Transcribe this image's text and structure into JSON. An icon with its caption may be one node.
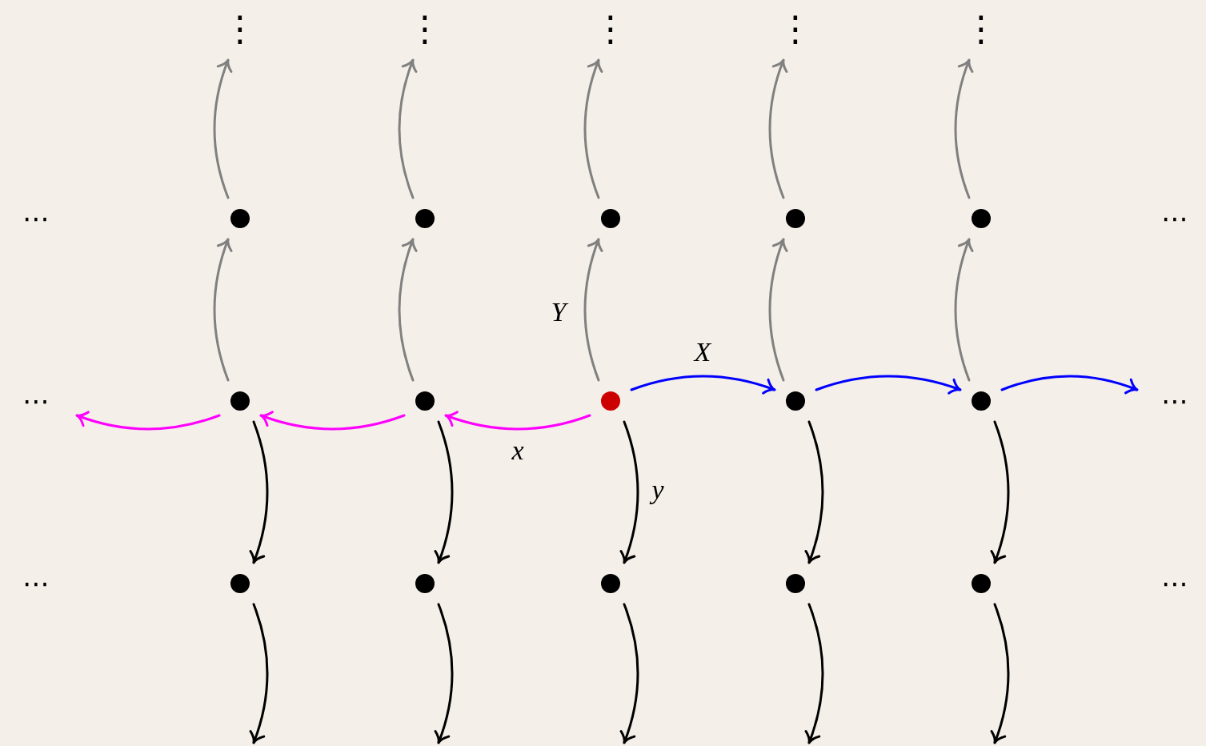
{
  "diagram": {
    "nodes": [
      {
        "text": [
          "⋮"
        ]
      },
      {
        "text": [
          "⋮"
        ]
      },
      {
        "text": [
          "⋮"
        ]
      },
      {
        "text": [
          "⋮"
        ]
      },
      {
        "text": [
          "⋮"
        ]
      },
      {
        "text": [
          "⋯"
        ]
      },
      {
        "text": [],
        "shape": "circle"
      },
      {
        "text": [],
        "shape": "circle"
      },
      {
        "text": [],
        "shape": "circle"
      },
      {
        "text": [],
        "shape": "circle"
      },
      {
        "text": [],
        "shape": "circle"
      },
      {
        "text": [
          "⋯"
        ]
      },
      {
        "text": [
          "⋯"
        ]
      },
      {
        "text": [],
        "shape": "circle"
      },
      {
        "text": [],
        "shape": "circle"
      },
      {
        "text": [],
        "shape": "circle"
      },
      {
        "text": [],
        "shape": "circle"
      },
      {
        "text": [],
        "shape": "circle"
      },
      {
        "text": [
          "⋯"
        ]
      },
      {
        "text": [
          "⋯"
        ]
      },
      {
        "text": [],
        "shape": "circle"
      },
      {
        "text": [],
        "shape": "circle"
      },
      {
        "text": [],
        "shape": "circle"
      },
      {
        "text": [],
        "shape": "circle"
      },
      {
        "text": [],
        "shape": "circle"
      },
      {
        "text": [
          "⋯"
        ]
      }
    ],
    "edges": [
      {
        "from": 13,
        "to": 6,
        "arrow": "to",
        "color": "#808080"
      },
      {
        "from": 14,
        "to": 7,
        "arrow": "to",
        "color": "#808080"
      },
      {
        "from": 15,
        "to": 8,
        "arrow": "to",
        "color": "#808080",
        "label": "Y"
      },
      {
        "from": 16,
        "to": 9,
        "arrow": "to",
        "color": "#808080"
      },
      {
        "from": 17,
        "to": 10,
        "arrow": "to",
        "color": "#808080"
      },
      {
        "from": 6,
        "to": 0,
        "arrow": "to",
        "color": "#808080"
      },
      {
        "from": 7,
        "to": 1,
        "arrow": "to",
        "color": "#808080"
      },
      {
        "from": 8,
        "to": 2,
        "arrow": "to",
        "color": "#808080"
      },
      {
        "from": 9,
        "to": 3,
        "arrow": "to",
        "color": "#808080"
      },
      {
        "from": 10,
        "to": 4,
        "arrow": "to",
        "color": "#808080"
      },
      {
        "from": 15,
        "to": 14,
        "arrow": "to",
        "color": "#ff00ff",
        "label": "x"
      },
      {
        "from": 14,
        "to": 13,
        "arrow": "to",
        "color": "#ff00ff"
      },
      {
        "from": 13,
        "to": 12,
        "arrow": "to",
        "color": "#ff00ff"
      },
      {
        "from": 15,
        "to": 16,
        "arrow": "to",
        "color": "#0000ff",
        "label": "X"
      },
      {
        "from": 16,
        "to": 17,
        "arrow": "to",
        "color": "#0000ff"
      },
      {
        "from": 17,
        "to": 18,
        "arrow": "to",
        "color": "#0000ff"
      },
      {
        "from": 13,
        "to": 20,
        "arrow": "to",
        "color": "#000000"
      },
      {
        "from": 14,
        "to": 21,
        "arrow": "to",
        "color": "#000000"
      },
      {
        "from": 15,
        "to": 22,
        "arrow": "to",
        "color": "#000000",
        "label": "y"
      },
      {
        "from": 16,
        "to": 23,
        "arrow": "to",
        "color": "#000000"
      },
      {
        "from": 17,
        "to": 24,
        "arrow": "to",
        "color": "#000000"
      },
      {
        "from": 20,
        "to": null,
        "arrow": "to",
        "color": "#000000"
      },
      {
        "from": 21,
        "to": null,
        "arrow": "to",
        "color": "#000000"
      },
      {
        "from": 22,
        "to": null,
        "arrow": "to",
        "color": "#000000"
      },
      {
        "from": 23,
        "to": null,
        "arrow": "to",
        "color": "#000000"
      },
      {
        "from": 24,
        "to": null,
        "arrow": "to",
        "color": "#000000"
      }
    ]
  }
}
